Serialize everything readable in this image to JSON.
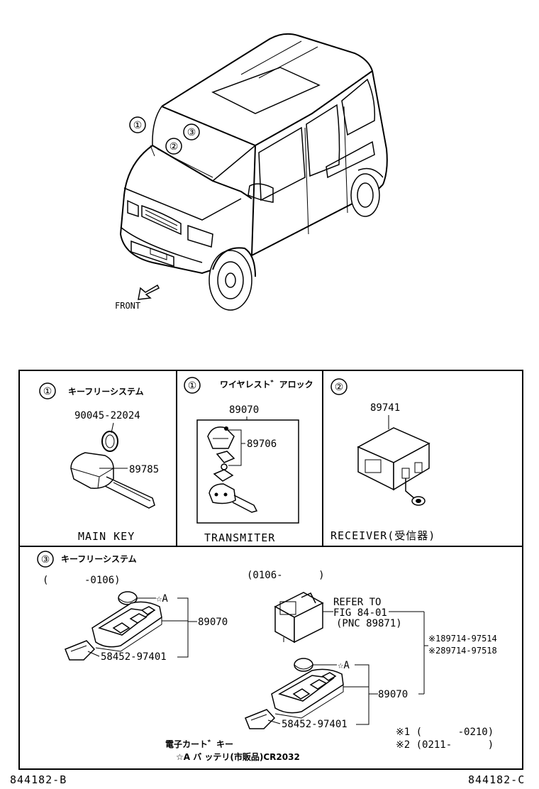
{
  "vehicle": {
    "front_label": "FRONT",
    "callouts": [
      "①",
      "②",
      "③"
    ]
  },
  "panels": {
    "p1": {
      "number": "①",
      "title": "キーフリーシステム",
      "caption": "MAIN KEY",
      "parts": [
        "90045-22024",
        "89785"
      ]
    },
    "p2": {
      "number": "①",
      "title": "ワイヤレスト゛アロック",
      "caption": "TRANSMITER",
      "parts": [
        "89070",
        "89706"
      ]
    },
    "p3": {
      "number": "②",
      "caption": "RECEIVER(受信器)",
      "parts": [
        "89741"
      ]
    },
    "p4": {
      "number": "③",
      "title": "キーフリーシステム",
      "left": {
        "range": "(      -0106)",
        "star_a": "☆A",
        "assembly": "89070",
        "holder": "58452-97401"
      },
      "right": {
        "range": "(0106-      )",
        "refer_line1": "REFER TO",
        "refer_line2": "FIG 84-01",
        "refer_line3": "(PNC 89871)",
        "alt1": "※189714-97514",
        "alt2": "※289714-97518",
        "star_a": "☆A",
        "assembly": "89070",
        "holder": "58452-97401",
        "note1": "※1 (      -0210)",
        "note2": "※2 (0211-      )"
      },
      "footer_line1": "電子カート゛キー",
      "footer_line2": "☆A バ ッテリ(市販品)CR2032"
    }
  },
  "figure_ids": {
    "left": "844182-B",
    "right": "844182-C"
  }
}
